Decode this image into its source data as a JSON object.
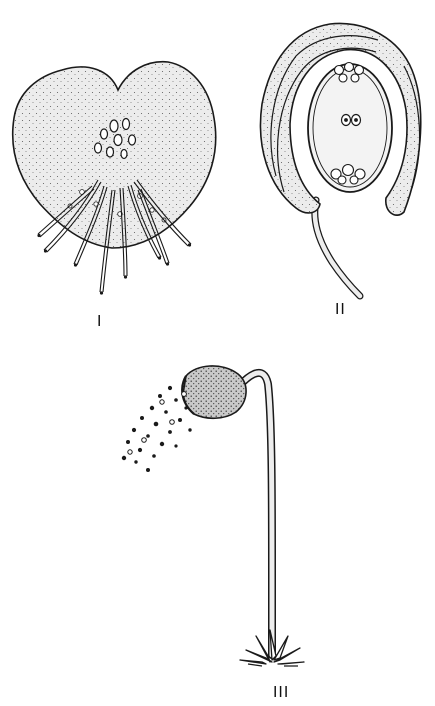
{
  "figure": {
    "panels": [
      {
        "label": "I",
        "subject": "prothallus-with-rhizoids"
      },
      {
        "label": "II",
        "subject": "ovule-longitudinal-section"
      },
      {
        "label": "III",
        "subject": "moss-sporophyte-releasing-spores"
      }
    ],
    "colors": {
      "ink": "#1a1a1a",
      "tissue": "#e9e9e9",
      "capsule": "#cfcfcf",
      "background": "#ffffff"
    }
  }
}
